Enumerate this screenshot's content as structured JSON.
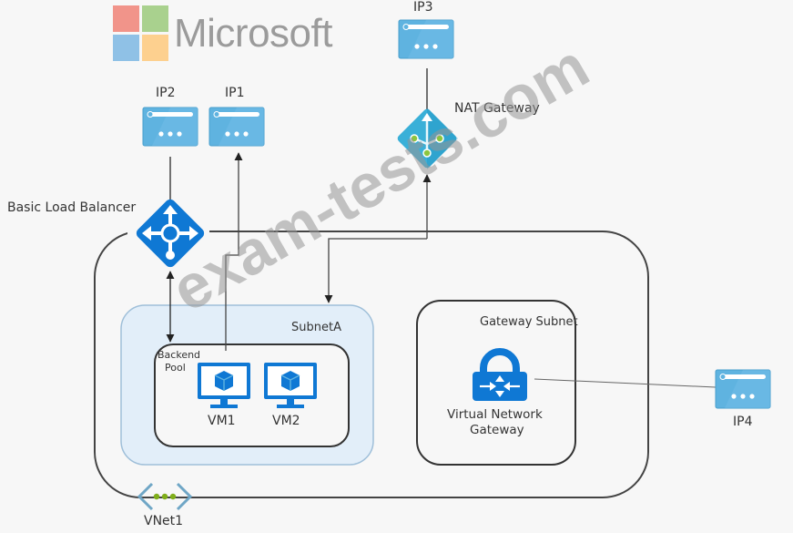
{
  "brand": {
    "name": "Microsoft",
    "logo_colors": [
      "#f1948a",
      "#a9d18e",
      "#8fc1e6",
      "#fdd08f"
    ]
  },
  "watermark": "exam-tests.com",
  "colors": {
    "azure_blue": "#0f78d4",
    "ip_fill": "#5fb3e0",
    "nat_fill": "#3ab0d8",
    "subnet_fill": "#e2eef9",
    "subnet_stroke": "#9fbfd9",
    "line": "#444444",
    "vnet_dots": "#7fae1a"
  },
  "nodes": {
    "ip1": {
      "label": "IP1",
      "type": "public-ip"
    },
    "ip2": {
      "label": "IP2",
      "type": "public-ip"
    },
    "ip3": {
      "label": "IP3",
      "type": "public-ip"
    },
    "ip4": {
      "label": "IP4",
      "type": "public-ip"
    },
    "nat_gateway": {
      "label": "NAT Gateway",
      "type": "nat-gateway"
    },
    "load_balancer": {
      "label": "Basic Load Balancer",
      "type": "load-balancer"
    },
    "vm1": {
      "label": "VM1",
      "type": "virtual-machine"
    },
    "vm2": {
      "label": "VM2",
      "type": "virtual-machine"
    },
    "vnet_gateway": {
      "label_line1": "Virtual Network",
      "label_line2": "Gateway",
      "type": "virtual-network-gateway"
    },
    "vnet": {
      "label": "VNet1",
      "type": "virtual-network"
    }
  },
  "groups": {
    "subnet_a": {
      "label": "SubnetA"
    },
    "backend_pool": {
      "label_line1": "Backend",
      "label_line2": "Pool"
    },
    "gateway_subnet": {
      "label": "Gateway Subnet"
    }
  },
  "edges": [
    {
      "from": "ip2",
      "to": "load_balancer",
      "style": "plain"
    },
    {
      "from": "load_balancer",
      "to": "backend_pool",
      "style": "bidirectional-arrow"
    },
    {
      "from": "vm1",
      "to": "ip1",
      "style": "arrow"
    },
    {
      "from": "subnet_a",
      "to": "nat_gateway",
      "style": "arrow"
    },
    {
      "from": "nat_gateway",
      "to": "subnet_a",
      "style": "arrow"
    },
    {
      "from": "nat_gateway",
      "to": "ip3",
      "style": "plain"
    },
    {
      "from": "vnet_gateway",
      "to": "ip4",
      "style": "plain"
    }
  ]
}
